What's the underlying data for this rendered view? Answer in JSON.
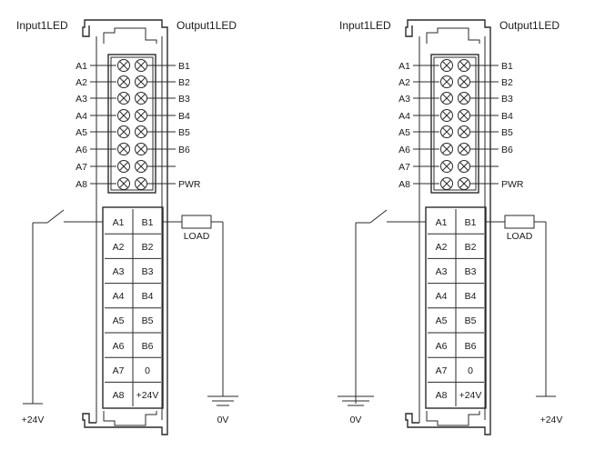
{
  "modules": [
    {
      "input_led_title": "Input1LED",
      "output_led_title": "Output1LED",
      "led_left_labels": [
        "A1",
        "A2",
        "A3",
        "A4",
        "A5",
        "A6",
        "A7",
        "A8"
      ],
      "led_right_labels": [
        "B1",
        "B2",
        "B3",
        "B4",
        "B5",
        "B6",
        "",
        "PWR"
      ],
      "terminals_left": [
        "A1",
        "A2",
        "A3",
        "A4",
        "A5",
        "A6",
        "A7",
        "A8"
      ],
      "terminals_right": [
        "B1",
        "B2",
        "B3",
        "B4",
        "B5",
        "B6",
        "0",
        "+24V"
      ],
      "load_label": "LOAD",
      "supply_label": "+24V",
      "ground_label": "0V"
    },
    {
      "input_led_title": "Input1LED",
      "output_led_title": "Output1LED",
      "led_left_labels": [
        "A1",
        "A2",
        "A3",
        "A4",
        "A5",
        "A6",
        "A7",
        "A8"
      ],
      "led_right_labels": [
        "B1",
        "B2",
        "B3",
        "B4",
        "B5",
        "B6",
        "",
        "PWR"
      ],
      "terminals_left": [
        "A1",
        "A2",
        "A3",
        "A4",
        "A5",
        "A6",
        "A7",
        "A8"
      ],
      "terminals_right": [
        "B1",
        "B2",
        "B3",
        "B4",
        "B5",
        "B6",
        "0",
        "+24V"
      ],
      "load_label": "LOAD",
      "supply_label": "0V",
      "ground_label": "+24V"
    }
  ]
}
